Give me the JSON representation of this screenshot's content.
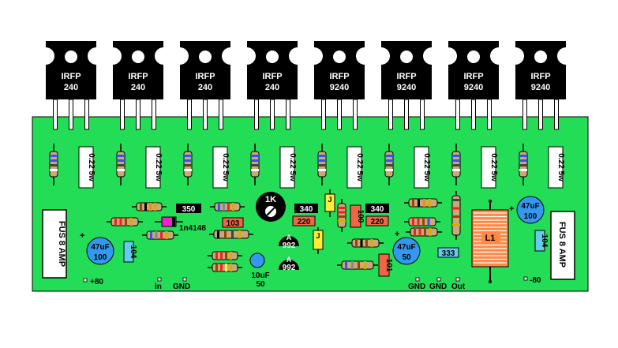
{
  "transistors": [
    {
      "line1": "IRFP",
      "line2": "240"
    },
    {
      "line1": "IRFP",
      "line2": "240"
    },
    {
      "line1": "IRFP",
      "line2": "240"
    },
    {
      "line1": "IRFP",
      "line2": "240"
    },
    {
      "line1": "IRFP",
      "line2": "9240"
    },
    {
      "line1": "IRFP",
      "line2": "9240"
    },
    {
      "line1": "IRFP",
      "line2": "9240"
    },
    {
      "line1": "IRFP",
      "line2": "9240"
    }
  ],
  "emitter_resistor_label": "0.22 5w",
  "fuses": {
    "left": "FUS 8 AMP",
    "right": "FUS 8 AMP"
  },
  "trimmer": "1K",
  "caps": {
    "c_left": {
      "top": "47uF",
      "bottom": "100"
    },
    "c_right": {
      "top": "47uF",
      "bottom": "100"
    },
    "c_mid": {
      "top": "47uF",
      "bottom": "50"
    },
    "c_small": {
      "top": "10uF",
      "bottom": "50"
    }
  },
  "transistor_small": [
    {
      "label1": "A",
      "label2": "992"
    },
    {
      "label1": "A",
      "label2": "992"
    }
  ],
  "labels": {
    "r350": "350",
    "r340a": "340",
    "r340b": "340",
    "r220a": "220",
    "r220b": "220",
    "r103": "103",
    "r100": "100",
    "r101": "101",
    "c104a": "104",
    "c104b": "104",
    "c333": "333",
    "diode": "1n4148",
    "inductor": "L1",
    "j1": "J",
    "j2": "J",
    "plus": "+",
    "minus": "+"
  },
  "terminals": {
    "p80": "+80",
    "in": "in",
    "gnd1": "GND",
    "gnd2": "GND",
    "gnd3": "GND",
    "out": "Out",
    "m80": "-80"
  }
}
